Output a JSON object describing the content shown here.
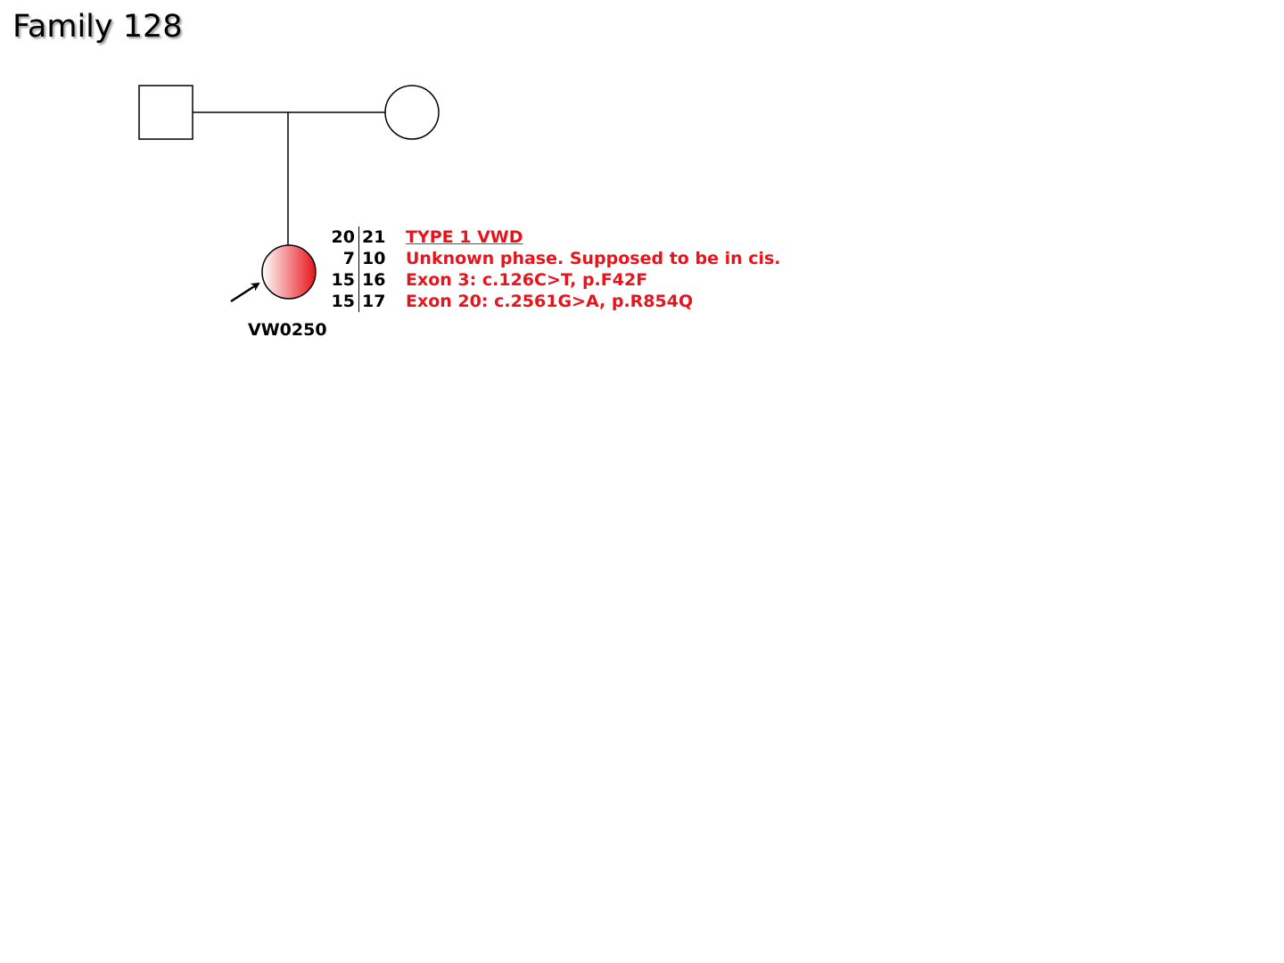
{
  "title": "Family 128",
  "colors": {
    "affected": "#e8141c",
    "line": "#000000",
    "annotation_text": "#e8141c"
  },
  "individuals": {
    "father": {
      "sex": "male",
      "affected": false
    },
    "mother": {
      "sex": "female",
      "affected": false
    },
    "proband": {
      "sex": "female",
      "affected": true,
      "proband_arrow": true,
      "id": "VW0250"
    }
  },
  "haplotypes": [
    {
      "left": "20",
      "right": "21",
      "note": "TYPE 1 VWD",
      "underline": true
    },
    {
      "left": "7",
      "right": "10",
      "note": "Unknown phase.  Supposed to be in cis.",
      "underline": false
    },
    {
      "left": "15",
      "right": "16",
      "note": "Exon 3: c.126C>T, p.F42F",
      "underline": false
    },
    {
      "left": "15",
      "right": "17",
      "note": "Exon 20: c.2561G>A, p.R854Q",
      "underline": false
    }
  ]
}
